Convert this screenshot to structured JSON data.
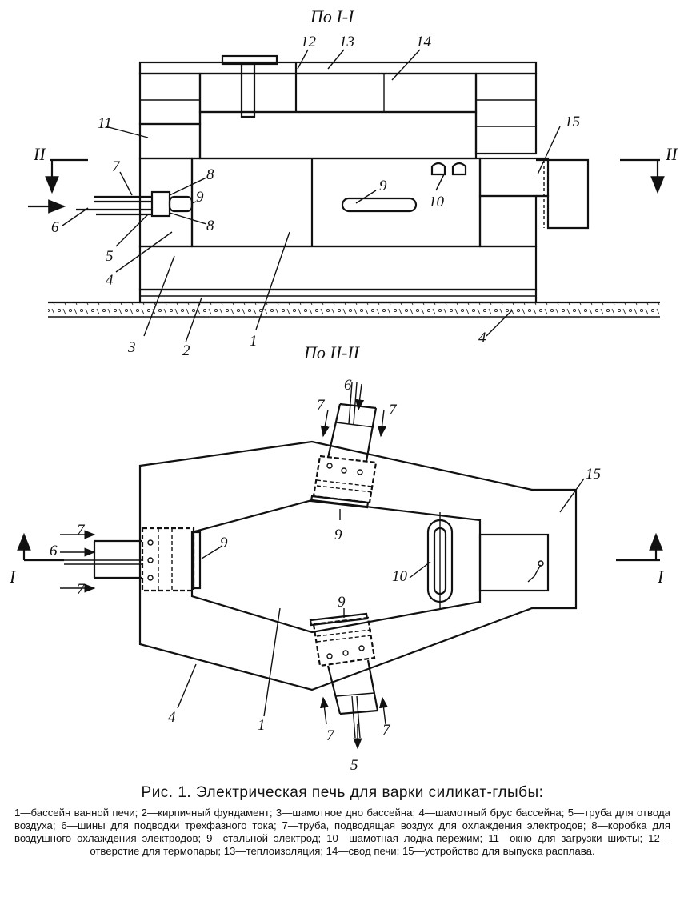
{
  "section_top": "По I-I",
  "section_bottom": "По II-II",
  "section_marks": {
    "ii": "II",
    "i": "I"
  },
  "labels_top": {
    "n1": "1",
    "n2": "2",
    "n3": "3",
    "n4a": "4",
    "n4b": "4",
    "n5": "5",
    "n6": "6",
    "n7": "7",
    "n8a": "8",
    "n8b": "8",
    "n9a": "9",
    "n9b": "9",
    "n10": "10",
    "n11": "11",
    "n12": "12",
    "n13": "13",
    "n14": "14",
    "n15": "15"
  },
  "labels_bottom": {
    "n1": "1",
    "n4": "4",
    "n5": "5",
    "n6a": "6",
    "n6b": "6",
    "n7a": "7",
    "n7b": "7",
    "n7c": "7",
    "n7d": "7",
    "n7e": "7",
    "n7f": "7",
    "n9a": "9",
    "n9b": "9",
    "n9c": "9",
    "n10": "10",
    "n15": "15"
  },
  "caption": {
    "title": "Рис. 1. Электрическая печь для варки силикат-глыбы:",
    "text": "1—бассейн ванной печи; 2—кирпичный фундамент; 3—шамотное дно бассейна; 4—шамотный брус бассейна; 5—труба для отвода воздуха; 6—шины для подводки трехфазного тока; 7—труба, подводящая воздух для охлаждения электродов; 8—коробка для воздушного охлаждения электродов; 9—стальной электрод; 10—шамотная лодка-пережим; 11—окно для загрузки шихты; 12—отверстие для термопары; 13—теплоизоляция; 14—свод печи; 15—устройство для выпуска расплава."
  }
}
